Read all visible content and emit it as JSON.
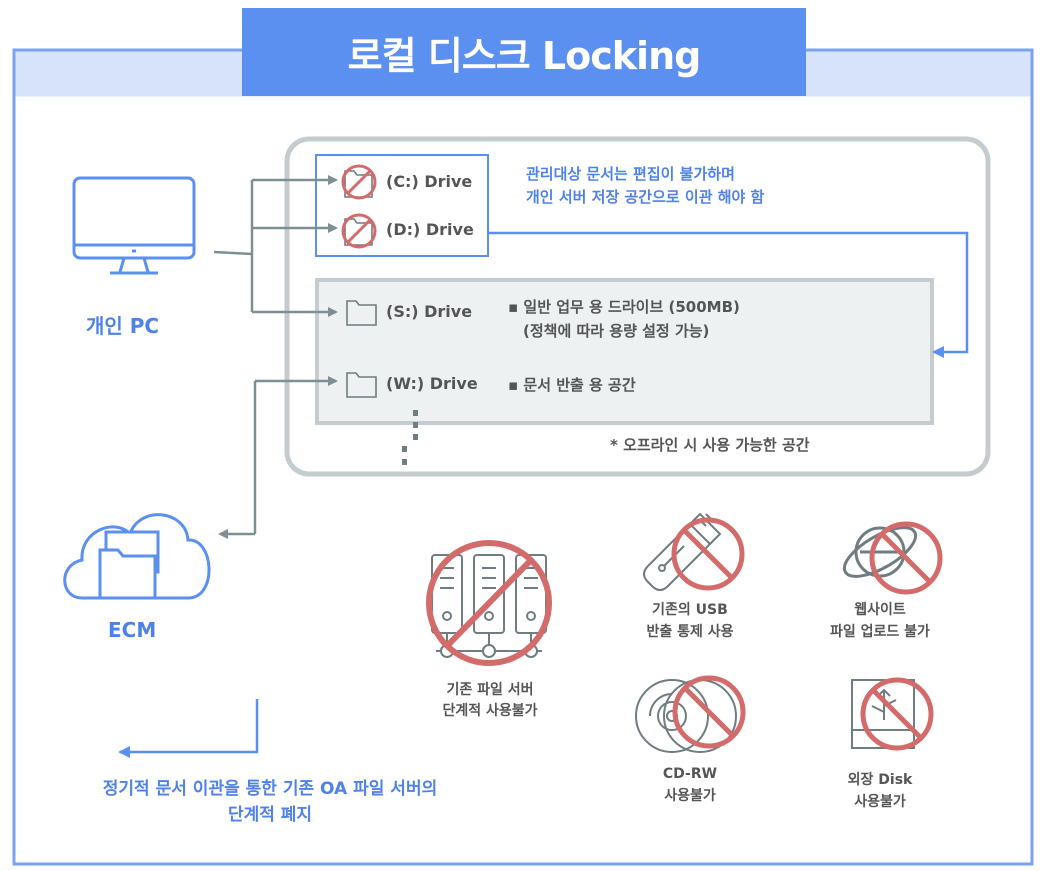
{
  "title": "로컬 디스크 Locking",
  "pc": {
    "label": "개인 PC"
  },
  "ecm": {
    "label": "ECM"
  },
  "drives": {
    "c": "(C:) Drive",
    "d": "(D:) Drive",
    "s": "(S:) Drive",
    "w": "(W:) Drive"
  },
  "notes": {
    "managed_line1": "관리대상 문서는 편집이 불가하며",
    "managed_line2": "개인 서버 저장 공간으로 이관 해야 함",
    "s_line1": "▪ 일반 업무 용 드라이브 (500MB)",
    "s_line2": "(정책에 따라 용량 설정 가능)",
    "w_line1": "▪ 문서 반출 용 공간",
    "offline": "* 오프라인 시 사용 가능한 공간"
  },
  "restrictions": {
    "server_line1": "기존 파일 서버",
    "server_line2": "단계적 사용불가",
    "usb_line1": "기존의 USB",
    "usb_line2": "반출 통제 사용",
    "web_line1": "웹사이트",
    "web_line2": "파일 업로드 불가",
    "cd_line1": "CD-RW",
    "cd_line2": "사용불가",
    "disk_line1": "외장 Disk",
    "disk_line2": "사용불가"
  },
  "bottom": {
    "line1": "정기적 문서 이관을 통한 기존 OA 파일 서버의",
    "line2": "단계적 폐지"
  },
  "colors": {
    "accent": "#5b8ff0",
    "frame": "#7aa3ef",
    "band": "#d6e3fb",
    "prohibit": "#d46b6b",
    "panel_border": "#c4ccd0",
    "arrow_gray": "#7e8f93"
  }
}
